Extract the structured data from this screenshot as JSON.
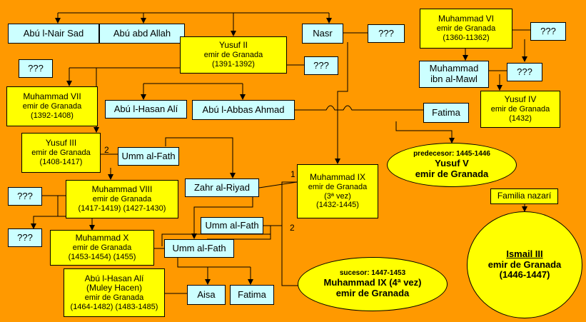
{
  "nodes": {
    "abu_nasr_sad": "Abú l-Nair Sad",
    "abu_abd_allah": "Abú abd Allah",
    "yusuf_ii": {
      "name": "Yusuf II",
      "title": "emir de Granada",
      "years": "(1391-1392)"
    },
    "nasr": "Nasr",
    "unk_nasr": "???",
    "muhammad_vi": {
      "name": "Muhammad VI",
      "title": "emir de Granada",
      "years": "(1360-11362)"
    },
    "unk_mvi": "???",
    "unk_yusuf_left": "???",
    "unk_yusuf_right": "???",
    "muhammad_ibn_al_mawl": {
      "line1": "Muhammad",
      "line2": "ibn al-Mawl"
    },
    "unk_mawl": "???",
    "muhammad_vii": {
      "name": "Muhammad VII",
      "title": "emir de Granada",
      "years": "(1392-1408)"
    },
    "abu_hasan_ali": "Abú l-Hasan Alí",
    "abu_abbas_ahmad": "Abú l-Abbas Ahmad",
    "yusuf_iv": {
      "name": "Yusuf IV",
      "title": "emir de Granada",
      "years": "(1432)"
    },
    "fatima_top": "Fatima",
    "yusuf_iii": {
      "name": "Yusuf III",
      "title": "emir de Granada",
      "years": "(1408-1417)"
    },
    "umm_al_fath_top": "Umm al-Fath",
    "predecesor": {
      "line1": "predecesor: 1445-1446",
      "line2": "Yusuf V",
      "line3": "emir de Granada"
    },
    "zahr_al_riyad": "Zahr al-Riyad",
    "muhammad_ix": {
      "name": "Muhammad IX",
      "title": "emir de Granada",
      "times": "(3ª vez)",
      "years": "(1432-1445)"
    },
    "familia_nazari": "Familia nazarí",
    "unk_mviii_top": "???",
    "muhammad_viii": {
      "name": "Muhammad VIII",
      "title": "emir de Granada",
      "years": "(1417-1419) (1427-1430)"
    },
    "unk_mviii_bottom": "???",
    "umm_al_fath_mid": "Umm al-Fath",
    "ismail_iii": {
      "name": "Ismail III",
      "title": "emir de Granada",
      "years": "(1446-1447)"
    },
    "muhammad_x": {
      "name": "Muhammad X",
      "title": "emir de Granada",
      "years": "(1453-1454) (1455)"
    },
    "umm_al_fath_low": "Umm al-Fath",
    "sucesor": {
      "line1": "sucesor: 1447-1453",
      "line2": "Muhammad IX (4ª vez)",
      "line3": "emir de Granada"
    },
    "abu_hasan_muley": {
      "name": "Abú l-Hasan Alí",
      "alias": "(Muley Hacen)",
      "title": "emir de Granada",
      "years": "(1464-1482) (1483-1485)"
    },
    "aisa": "Aisa",
    "fatima_bottom": "Fatima"
  },
  "marriage_numbers": {
    "yusuf_iii_2": "2",
    "muhammad_ix_1": "1",
    "muhammad_ix_2": "2"
  },
  "colors": {
    "background": "#ff9900",
    "cyan_box": "#ccffff",
    "yellow_box": "#ffff00",
    "lines": "#000000"
  }
}
